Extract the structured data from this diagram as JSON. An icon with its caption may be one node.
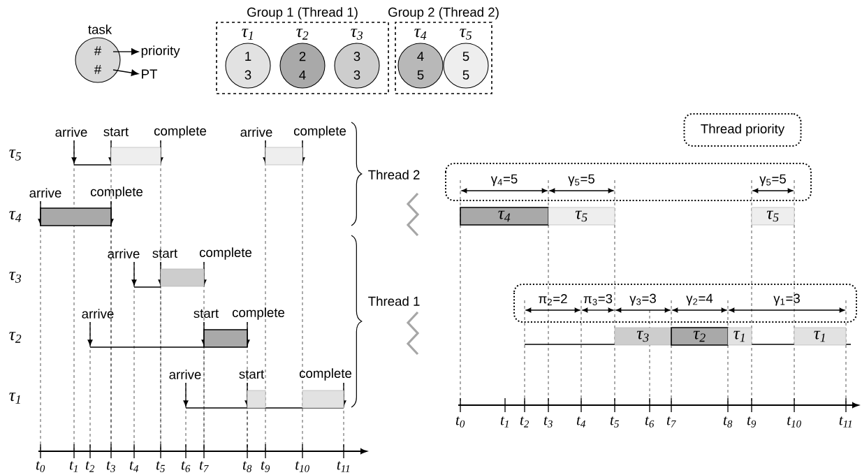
{
  "diagram": {
    "nodes": [
      {
        "text": [
          "#",
          "#"
        ],
        "beside": [
          "task"
        ]
      },
      {
        "text": [
          "priority"
        ]
      },
      {
        "text": [
          "PT"
        ]
      },
      {
        "text": [
          "Group 1 (Thread 1)"
        ]
      },
      {
        "text": [
          "1",
          "3"
        ],
        "beside": [
          "τ$_{1}$"
        ],
        "in": 3
      },
      {
        "text": [
          "2",
          "4"
        ],
        "beside": [
          "τ$_{2}$"
        ],
        "in": 3
      },
      {
        "text": [
          "3",
          "3"
        ],
        "beside": [
          "τ$_{3}$"
        ],
        "in": 3
      },
      {
        "text": [
          "Group 2 (Thread 2)"
        ]
      },
      {
        "text": [
          "4",
          "5"
        ],
        "beside": [
          "τ$_{4}$"
        ],
        "in": 7
      },
      {
        "text": [
          "5",
          "5"
        ],
        "beside": [
          "τ$_{5}$"
        ],
        "in": 7
      },
      {
        "text": [
          "Thread priority"
        ]
      },
      {
        "text": [
          "τ$_{4}$"
        ]
      },
      {
        "text": [
          "τ$_{5}$"
        ]
      },
      {
        "text": [
          "τ$_{5}$"
        ]
      },
      {
        "text": [
          "τ$_{3}$"
        ]
      },
      {
        "text": [
          "τ$_{2}$"
        ]
      },
      {
        "text": [
          "τ$_{1}$"
        ]
      },
      {
        "text": [
          "τ$_{1}$"
        ]
      },
      {
        "text": [],
        "shape": "bar"
      },
      {
        "text": [],
        "shape": "bar"
      },
      {
        "text": [],
        "shape": "bar"
      },
      {
        "text": [],
        "shape": "bar"
      },
      {
        "text": [],
        "shape": "bar"
      },
      {
        "text": [],
        "shape": "bar"
      },
      {
        "text": [],
        "shape": "bar"
      }
    ],
    "edges": [
      {
        "from": 0,
        "to": 1,
        "arrow": "to"
      },
      {
        "from": 0,
        "to": 2,
        "arrow": "to"
      }
    ],
    "labels": [
      "τ$_{5}$",
      "τ$_{4}$",
      "τ$_{3}$",
      "τ$_{2}$",
      "τ$_{1}$",
      "arrive",
      "start",
      "complete",
      "arrive",
      "complete",
      "arrive",
      "complete",
      "arrive",
      "start",
      "complete",
      "arrive",
      "start",
      "complete",
      "arrive",
      "start",
      "complete",
      "Thread 2",
      "Thread 1",
      "t$_{0}$",
      "t$_{1}$",
      "t$_{2}$",
      "t$_{3}$",
      "t$_{4}$",
      "t$_{5}$",
      "t$_{6}$",
      "t$_{7}$",
      "t$_{8}$",
      "t$_{9}$",
      "t$_{10}$",
      "t$_{11}$",
      "γ$_{4}$=5",
      "γ$_{5}$=5",
      "γ$_{5}$=5",
      "π$_{2}$=2",
      "π$_{3}$=3",
      "γ$_{3}$=3",
      "γ$_{2}$=4",
      "γ$_{1}$=3",
      "t$_{0}$",
      "t$_{1}$",
      "t$_{2}$",
      "t$_{3}$",
      "t$_{4}$",
      "t$_{5}$",
      "t$_{6}$",
      "t$_{7}$",
      "t$_{8}$",
      "t$_{9}$",
      "t$_{10}$",
      "t$_{11}$"
    ]
  }
}
